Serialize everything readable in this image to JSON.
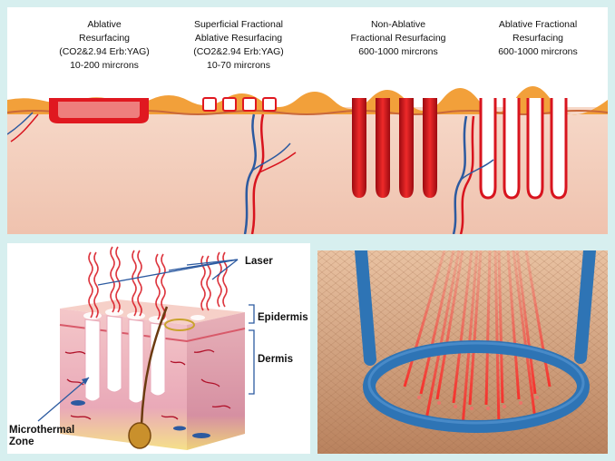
{
  "top": {
    "columns": [
      {
        "label": "Ablative\nResurfacing\n(CO2&2.94 Erb:YAG)\n10-200 mircrons"
      },
      {
        "label": "Superficial Fractional\nAblative Resurfacing\n(CO2&2.94 Erb:YAG)\n10-70 mircrons"
      },
      {
        "label": "Non-Ablative\nFractional Resurfacing\n600-1000 mircrons"
      },
      {
        "label": "Ablative Fractional\nResurfacing\n600-1000 mircrons"
      }
    ]
  },
  "skin_diagram": {
    "laser": "Laser",
    "epidermis": "Epidermis",
    "dermis": "Dermis",
    "zone": "Microthermal\nZone"
  },
  "colors": {
    "background": "#d7efef",
    "laser_red": "#d8141e",
    "skin_pink": "#f3c9b8",
    "epidermis_orange": "#f2a03a",
    "vessel_blue": "#2c5aa0",
    "ring_blue": "#2e74b5"
  }
}
